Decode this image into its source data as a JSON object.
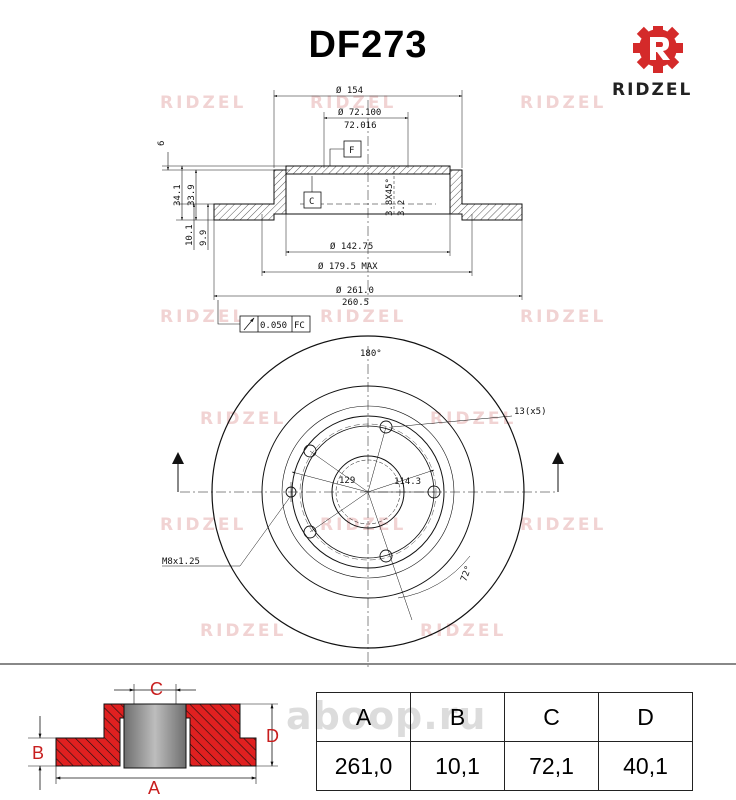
{
  "header": {
    "part_number": "DF273",
    "brand": "RIDZEL"
  },
  "watermark": {
    "brand": "RIDZEL",
    "site": "aboop.ru"
  },
  "drawing": {
    "dim_154": "Ø 154",
    "dim_72_100": "Ø 72.100",
    "dim_72_016": "72.016",
    "dim_6": "6",
    "dim_34_1": "34.1",
    "dim_33_9": "33.9",
    "dim_10_1": "10.1",
    "dim_9_9": "9.9",
    "dim_chamfer": "3.8X45°",
    "dim_3_2": "3.2",
    "datum_f": "F",
    "datum_c": "C",
    "dim_142_75": "Ø 142.75",
    "dim_179_5": "Ø 179.5 MAX",
    "dim_261_0": "Ø 261.0",
    "dim_260_5": "260.5",
    "tolerance_value": "0.050",
    "tolerance_datum": "FC",
    "angle_180": "180°",
    "holes": "13(x5)",
    "dim_129": "129",
    "dim_114_3": "114.3",
    "angle_72": "72°",
    "thread": "M8x1.25"
  },
  "legend": {
    "a": "A",
    "b": "B",
    "c": "C",
    "d": "D"
  },
  "table": {
    "headers": [
      "A",
      "B",
      "C",
      "D"
    ],
    "values": [
      "261,0",
      "10,1",
      "72,1",
      "40,1"
    ]
  },
  "colors": {
    "brand_red": "#d42a2a",
    "hatch_red": "#e02020",
    "hub_gray": "#9a9a9a"
  }
}
